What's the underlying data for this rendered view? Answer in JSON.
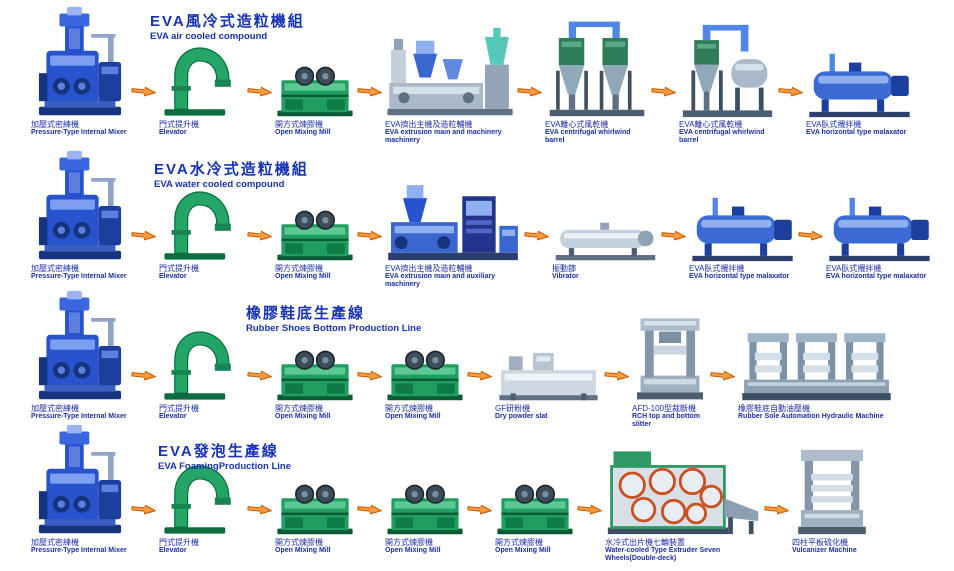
{
  "colors": {
    "title_blue": "#1633b8",
    "label_blue": "#1c2fa6",
    "arrow_orange": "#f5831f",
    "machine_green": "#1f9e60",
    "machine_blue": "#2753cf"
  },
  "diagram": {
    "rows": [
      {
        "title_zh": "EVA風冷式造粒機組",
        "title_en": "EVA air cooled compound",
        "machines": [
          {
            "type": "internal-mixer",
            "zh": "加壓式密練機",
            "en": "Pressure-Type Internal Mixer"
          },
          {
            "type": "elevator",
            "zh": "門式提升機",
            "en": "Elevator"
          },
          {
            "type": "mixing-mill",
            "zh": "開方式煉膠機",
            "en": "Open Mixing Mill"
          },
          {
            "type": "extruder-a",
            "zh": "EVA擠出主機及造粒輔機",
            "en": "EVA extrusion main and machinery machinery"
          },
          {
            "type": "cyclone-a",
            "zh": "EVA離心式風乾機",
            "en": "EVA centrifugal whirlwind barrel"
          },
          {
            "type": "cyclone-b",
            "zh": "EVA離心式風乾機",
            "en": "EVA centrifugal whirlwind barrel"
          },
          {
            "type": "malaxator",
            "zh": "EVA臥式攪拌機",
            "en": "EVA horizontal type malaxator"
          }
        ]
      },
      {
        "title_zh": "EVA水冷式造粒機組",
        "title_en": "EVA water cooled compound",
        "machines": [
          {
            "type": "internal-mixer",
            "zh": "加壓式密練機",
            "en": "Pressure-Type Internal Mixer"
          },
          {
            "type": "elevator",
            "zh": "門式提升機",
            "en": "Elevator"
          },
          {
            "type": "mixing-mill",
            "zh": "開方式煉膠機",
            "en": "Open Mixing Mill"
          },
          {
            "type": "extruder-b",
            "zh": "EVA擠出主機及造粒輔機",
            "en": "EVA extrusion main and auxiliary machinery"
          },
          {
            "type": "vibrator",
            "zh": "振動篩",
            "en": "Vibrator"
          },
          {
            "type": "malaxator",
            "zh": "EVA臥式攪拌機",
            "en": "EVA horizontal type malaxator"
          },
          {
            "type": "malaxator",
            "zh": "EVA臥式攪拌機",
            "en": "EVA horizontal type malaxator"
          }
        ]
      },
      {
        "title_zh": "橡膠鞋底生產線",
        "title_en": "Rubber Shoes Bottom Production Line",
        "machines": [
          {
            "type": "internal-mixer",
            "zh": "加壓式密練機",
            "en": "Pressure-Type Internal Mixer"
          },
          {
            "type": "elevator",
            "zh": "門式提升機",
            "en": "Elevator"
          },
          {
            "type": "mixing-mill",
            "zh": "開方式煉膠機",
            "en": "Open Mixing Mill"
          },
          {
            "type": "mixing-mill",
            "zh": "開方式煉膠機",
            "en": "Open Mixing Mill"
          },
          {
            "type": "powder",
            "zh": "GF研粉機",
            "en": "Dry powder slat"
          },
          {
            "type": "press",
            "zh": "AFD-100型裁斷機",
            "en": "RCH top and bottom slitter"
          },
          {
            "type": "hydraulic",
            "zh": "橡膠鞋底自動油壓機",
            "en": "Rubber Sole Automation Hydraulic Machine"
          }
        ]
      },
      {
        "title_zh": "EVA發泡生產線",
        "title_en": "EVA FoamingProduction Line",
        "machines": [
          {
            "type": "internal-mixer",
            "zh": "加壓式密練機",
            "en": "Pressure-Type Internal Mixer"
          },
          {
            "type": "elevator",
            "zh": "門式提升機",
            "en": "Elevator"
          },
          {
            "type": "mixing-mill",
            "zh": "開方式煉膠機",
            "en": "Open Mixing Mill"
          },
          {
            "type": "mixing-mill",
            "zh": "開方式煉膠機",
            "en": "Open Mixing Mill"
          },
          {
            "type": "mixing-mill",
            "zh": "開方式煉膠機",
            "en": "Open Mixing Mill"
          },
          {
            "type": "sevenwheel",
            "zh": "水冷式出片機七輪裝置",
            "en": "Water-cooled Type Extruder Seven Wheels(Double-deck)"
          },
          {
            "type": "vulcanizer",
            "zh": "四柱平板硫化機",
            "en": "Vulcanizer Machine"
          }
        ]
      }
    ]
  }
}
